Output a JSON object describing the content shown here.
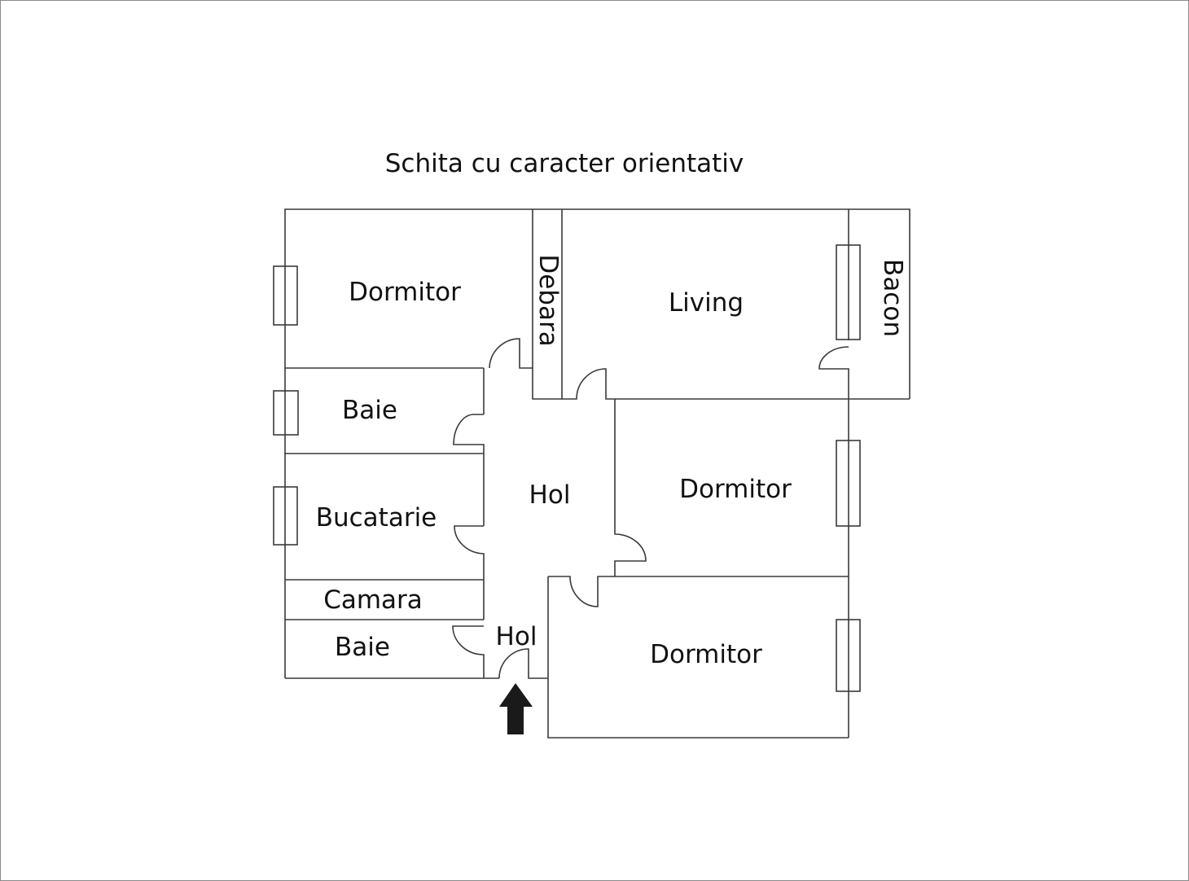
{
  "title": "Schita cu caracter orientativ",
  "rooms": {
    "dormitor_1": "Dormitor",
    "debara": "Debara",
    "living": "Living",
    "balcon": "Bacon",
    "baie_1": "Baie",
    "hol_1": "Hol",
    "dormitor_2": "Dormitor",
    "bucatarie": "Bucatarie",
    "camara": "Camara",
    "baie_2": "Baie",
    "hol_2": "Hol",
    "dormitor_3": "Dormitor"
  },
  "icons": {
    "entrance": "arrow-up-icon"
  },
  "colors": {
    "walls": "#3a3a3a",
    "arrow": "#1a1a1a"
  }
}
